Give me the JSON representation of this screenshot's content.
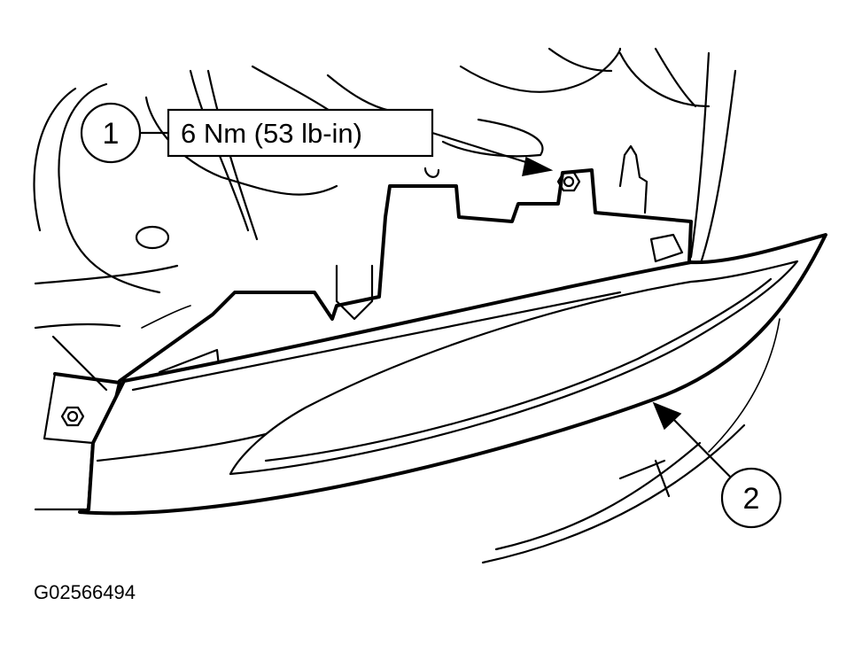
{
  "callouts": {
    "one": {
      "number": "1",
      "torque": "6 Nm (53 lb-in)"
    },
    "two": {
      "number": "2"
    }
  },
  "figure_id": "G02566494"
}
